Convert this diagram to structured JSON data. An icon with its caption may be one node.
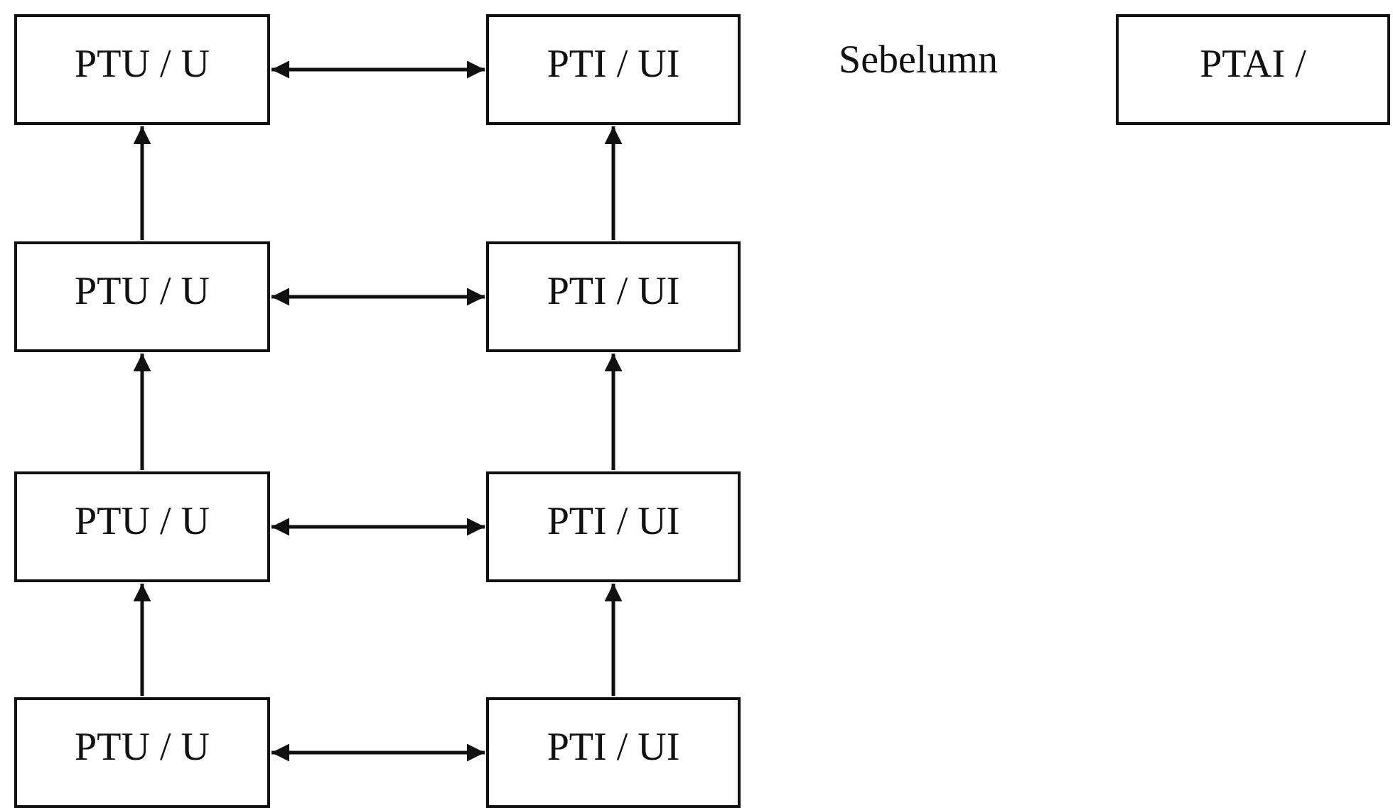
{
  "diagram": {
    "nodes": [
      {
        "text": [
          "PTU / U"
        ]
      },
      {
        "text": [
          "PTI / UI"
        ]
      },
      {
        "text": [
          "PTAI /"
        ]
      },
      {
        "text": [
          "PTU / U"
        ]
      },
      {
        "text": [
          "PTI / UI"
        ]
      },
      {
        "text": [
          "PTU / U"
        ]
      },
      {
        "text": [
          "PTI / UI"
        ]
      },
      {
        "text": [
          "PTU / U"
        ]
      },
      {
        "text": [
          "PTI / UI"
        ]
      }
    ],
    "edges": [
      {
        "from": 0,
        "to": 1,
        "arrow": "both"
      },
      {
        "from": 3,
        "to": 0,
        "arrow": "to"
      },
      {
        "from": 4,
        "to": 1,
        "arrow": "to"
      },
      {
        "from": 3,
        "to": 4,
        "arrow": "both"
      },
      {
        "from": 5,
        "to": 3,
        "arrow": "to"
      },
      {
        "from": 6,
        "to": 4,
        "arrow": "to"
      },
      {
        "from": 5,
        "to": 6,
        "arrow": "both"
      },
      {
        "from": 7,
        "to": 5,
        "arrow": "to"
      },
      {
        "from": 8,
        "to": 6,
        "arrow": "to"
      },
      {
        "from": 7,
        "to": 8,
        "arrow": "both"
      }
    ],
    "labels": [
      "Sebelumn"
    ]
  }
}
